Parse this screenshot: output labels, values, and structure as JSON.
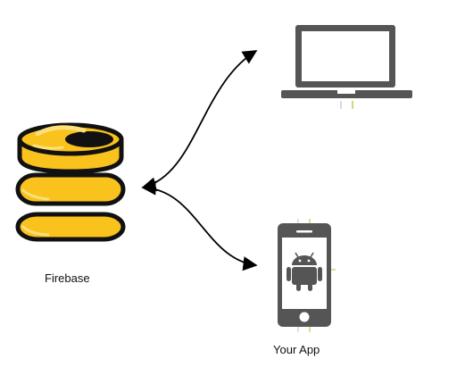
{
  "nodes": {
    "firebase": {
      "label": "Firebase",
      "icon": "database-icon",
      "colors": {
        "fill": "#F9C21C",
        "stroke": "#111111",
        "highlight": "#FCE07A"
      }
    },
    "laptop": {
      "icon": "laptop-icon",
      "colors": {
        "body": "#555555",
        "screen": "#FFFFFF"
      }
    },
    "app": {
      "label": "Your App",
      "icon": "android-phone-icon",
      "colors": {
        "body": "#555555",
        "screen": "#FFFFFF",
        "android": "#555555"
      }
    }
  },
  "connectors": [
    {
      "from": "firebase",
      "to": "laptop",
      "arrowheads": "both"
    },
    {
      "from": "firebase",
      "to": "app",
      "arrowheads": "both"
    }
  ]
}
